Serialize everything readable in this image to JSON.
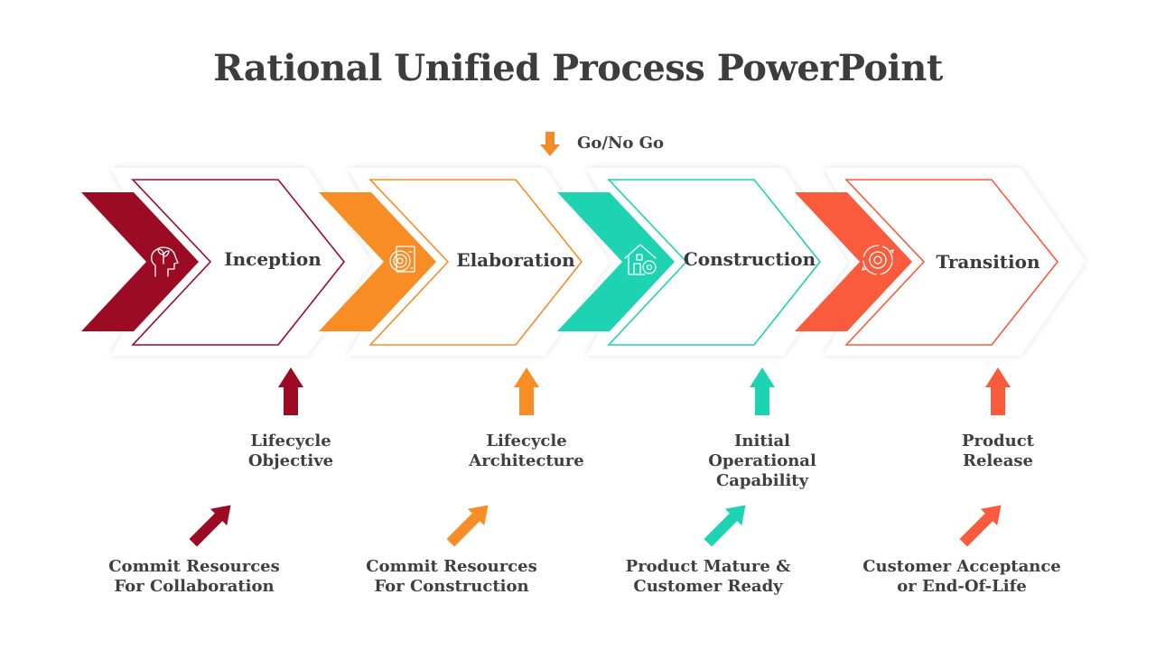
{
  "title": "Rational Unified Process PowerPoint",
  "gate": {
    "label": "Go/No Go",
    "color": "#f28c28",
    "icon": "down-arrow-icon"
  },
  "phases": [
    {
      "label": "Inception",
      "color": "#9b0b24",
      "icon": "plant-head-icon",
      "milestone": [
        "Lifecycle",
        "Objective"
      ],
      "commit": [
        "Commit Resources",
        "For Collaboration"
      ]
    },
    {
      "label": "Elaboration",
      "color": "#f88d26",
      "icon": "target-document-icon",
      "milestone": [
        "Lifecycle",
        "Architecture"
      ],
      "commit": [
        "Commit Resources",
        "For Construction"
      ]
    },
    {
      "label": "Construction",
      "color": "#1ed3b2",
      "icon": "house-gear-icon",
      "milestone": [
        "Initial",
        "Operational",
        "Capability"
      ],
      "commit": [
        "Product Mature &",
        "Customer Ready"
      ]
    },
    {
      "label": "Transition",
      "color": "#fa5b3c",
      "icon": "cycle-gear-icon",
      "milestone": [
        "Product",
        "Release"
      ],
      "commit": [
        "Customer Acceptance",
        "or End-Of-Life"
      ]
    }
  ]
}
